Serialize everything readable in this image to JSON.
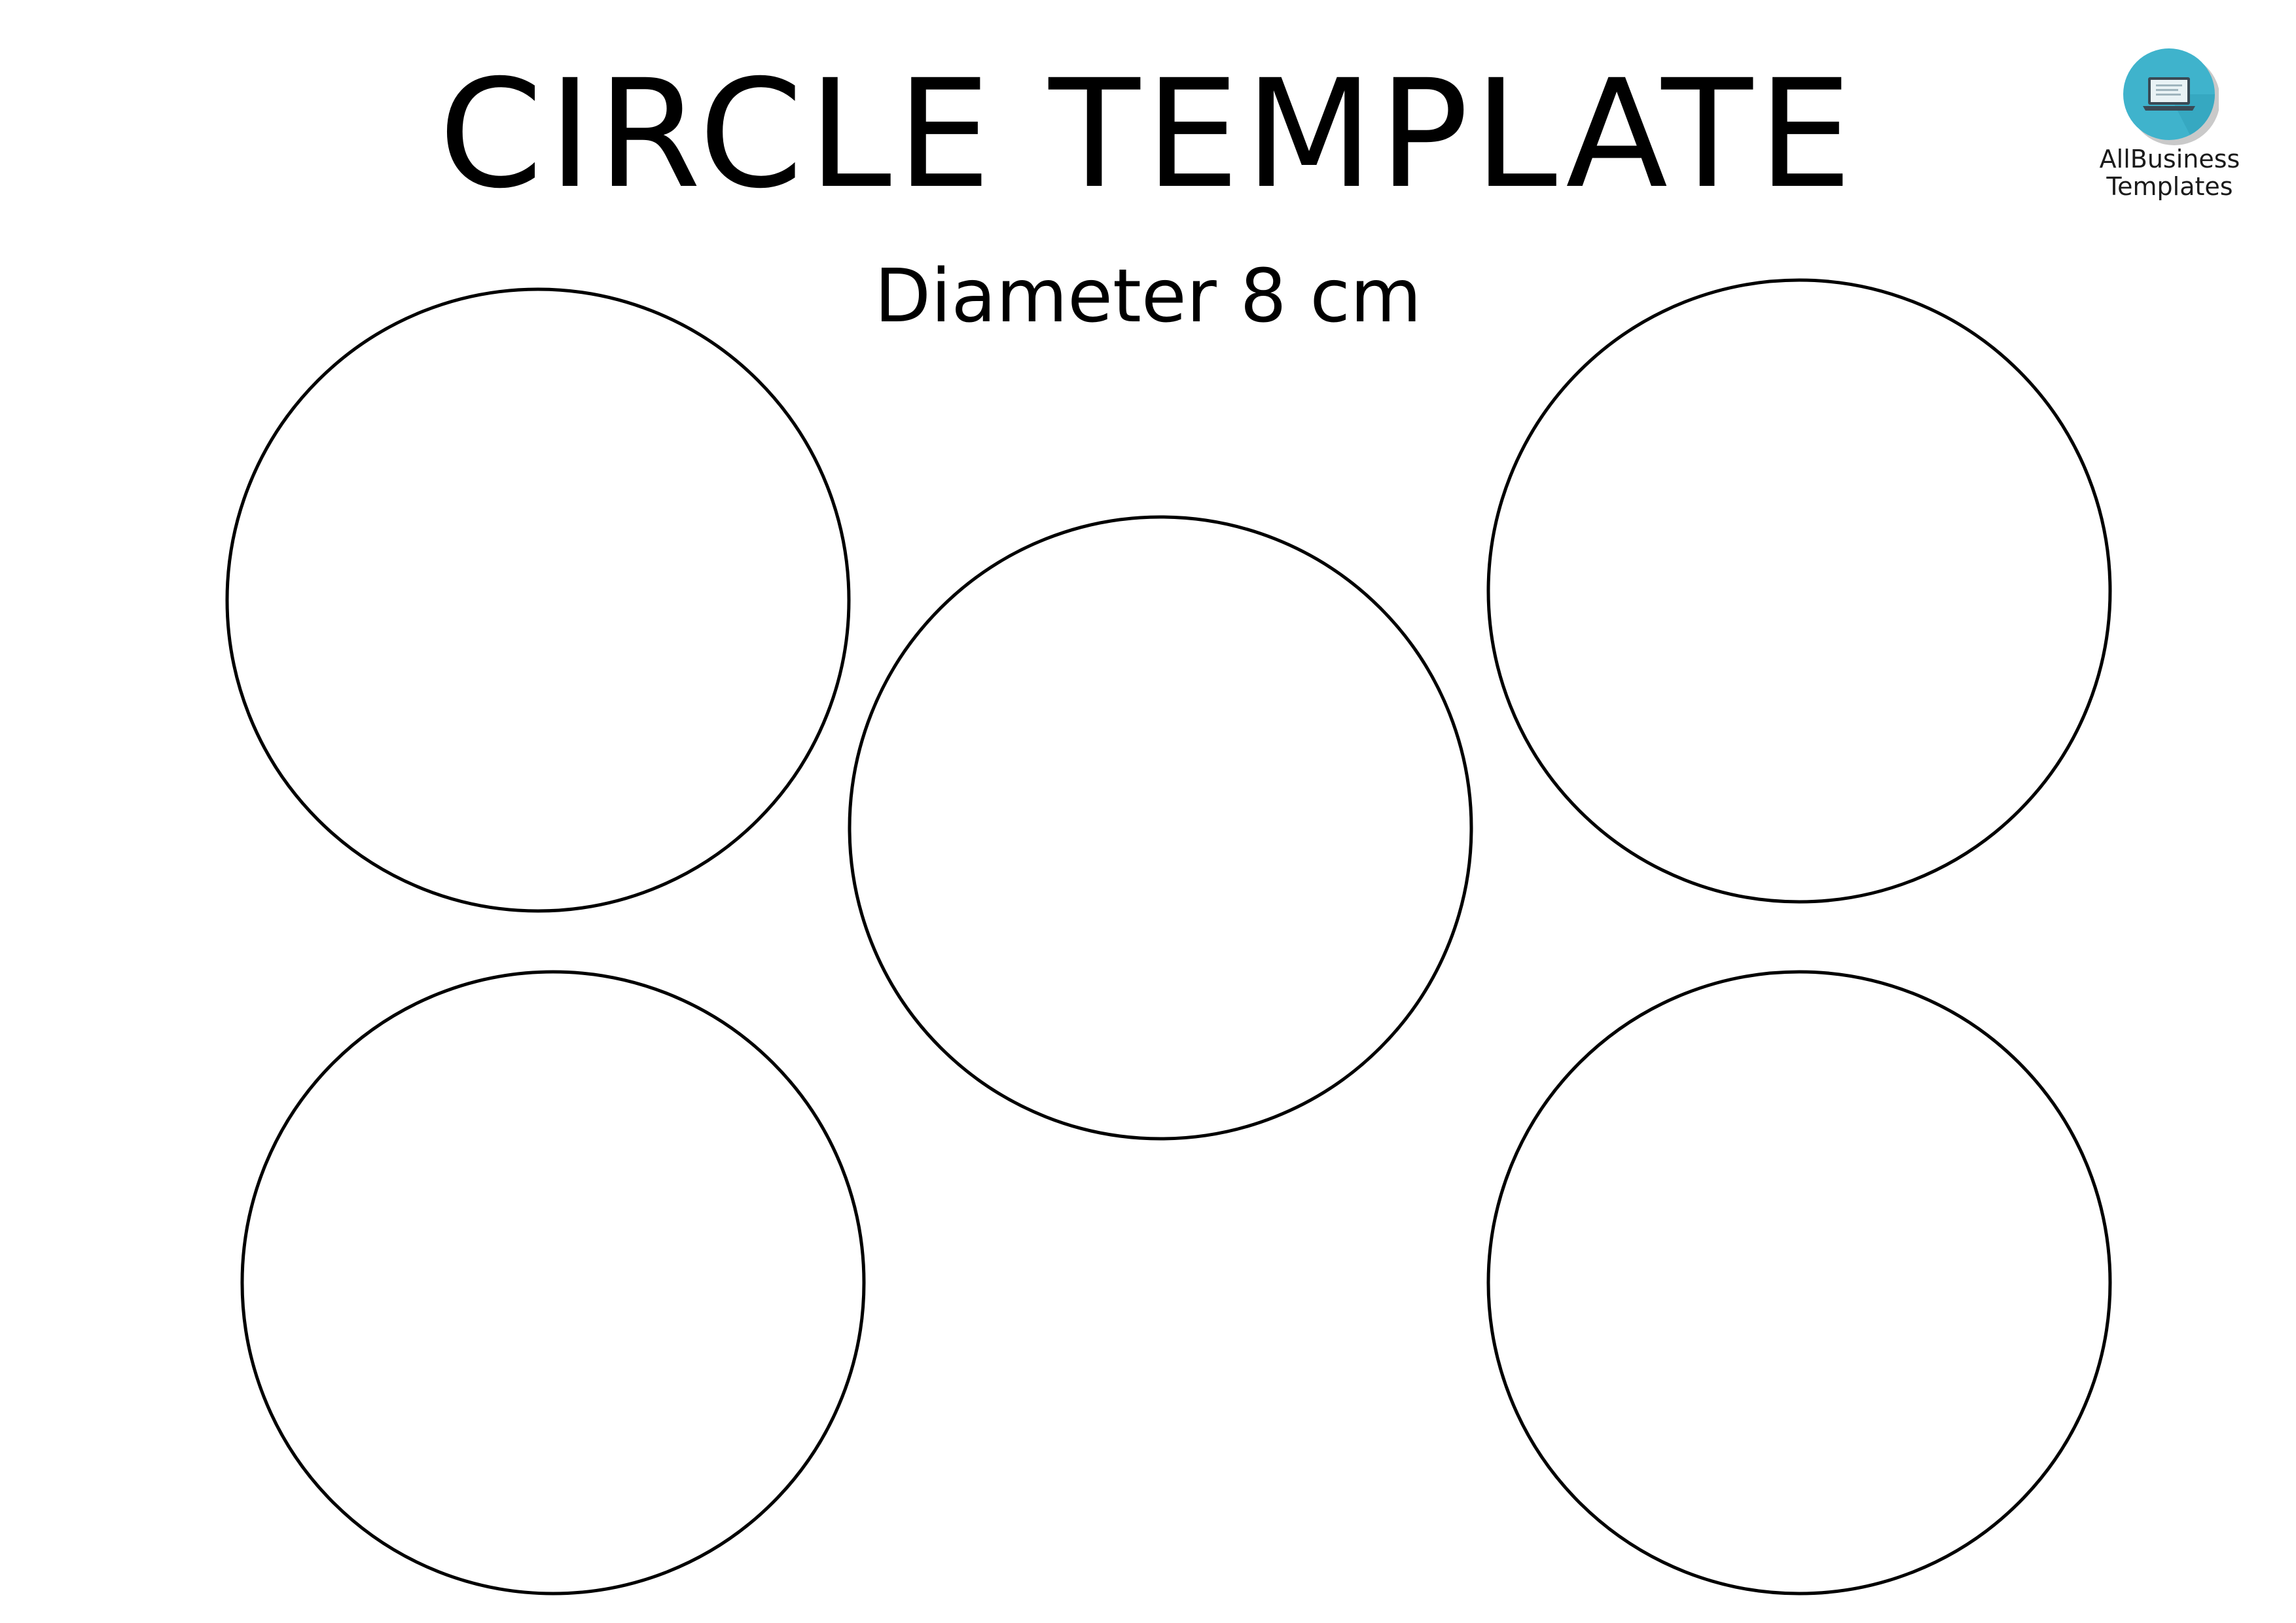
{
  "document": {
    "title": "CIRCLE TEMPLATE",
    "subtitle": "Diameter 8 cm"
  },
  "logo": {
    "icon": "laptop-icon",
    "line1": "AllBusiness",
    "line2": "Templates",
    "badge_color": "#3fb3cc",
    "badge_shadow_color": "#c9c9c9"
  },
  "circles": {
    "count": 5,
    "stroke_color": "#000000",
    "fill_color": "#ffffff"
  }
}
